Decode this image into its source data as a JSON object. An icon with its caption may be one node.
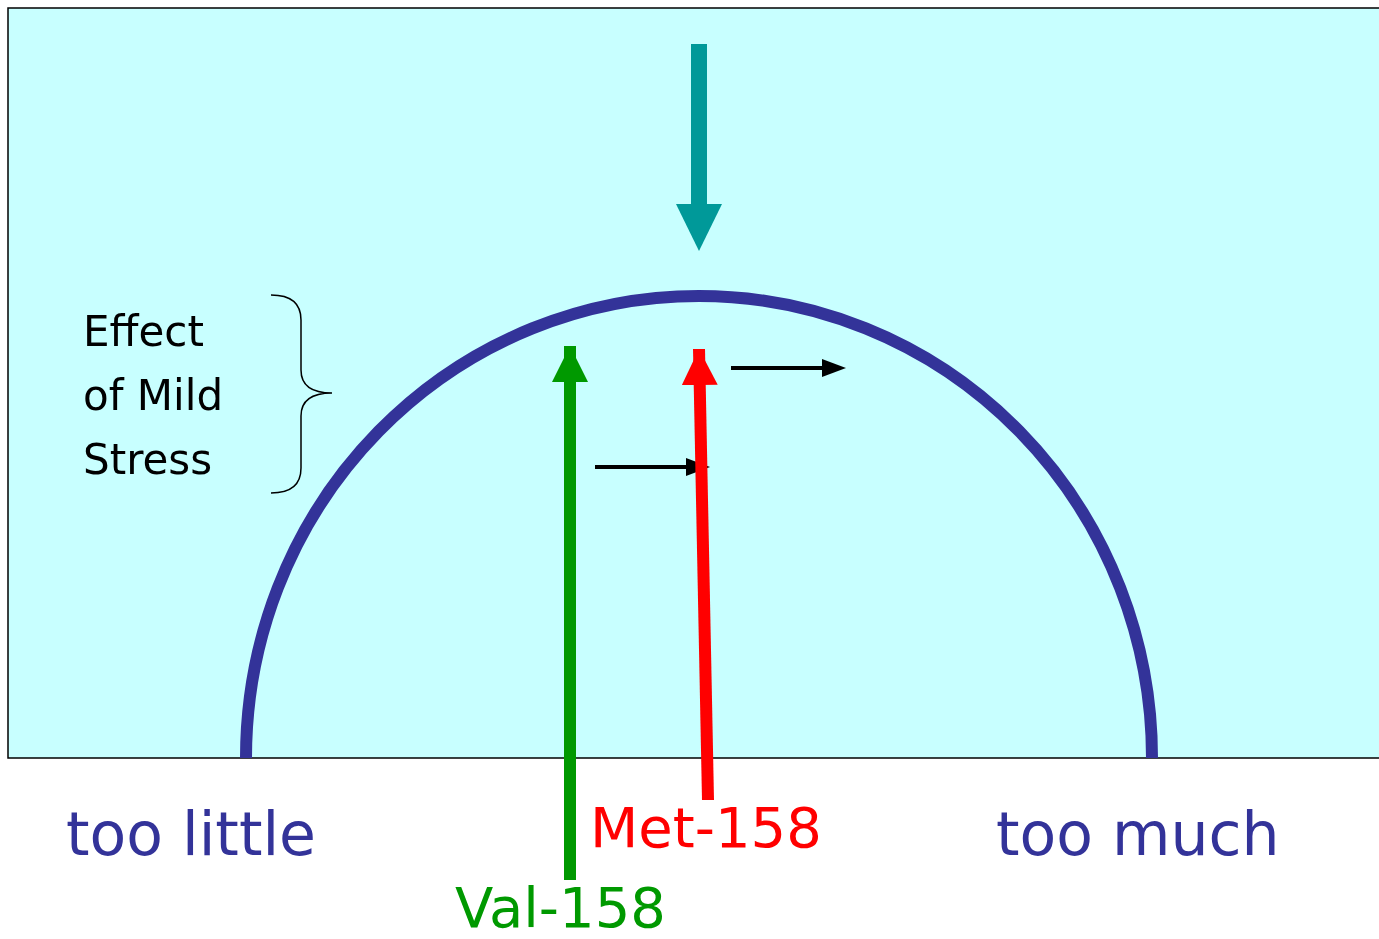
{
  "diagram": {
    "nodes": [
      {
        "text": [
          "Met-158"
        ]
      },
      {
        "text": [
          "Val-158"
        ]
      }
    ],
    "edges": [
      {
        "from": 0,
        "to": null,
        "arrow": "to",
        "color": "#ff0000"
      },
      {
        "from": 1,
        "to": null,
        "arrow": "to",
        "color": "#009900"
      }
    ],
    "labels": [
      "Effect of Mild Stress",
      "too little",
      "too much"
    ]
  }
}
